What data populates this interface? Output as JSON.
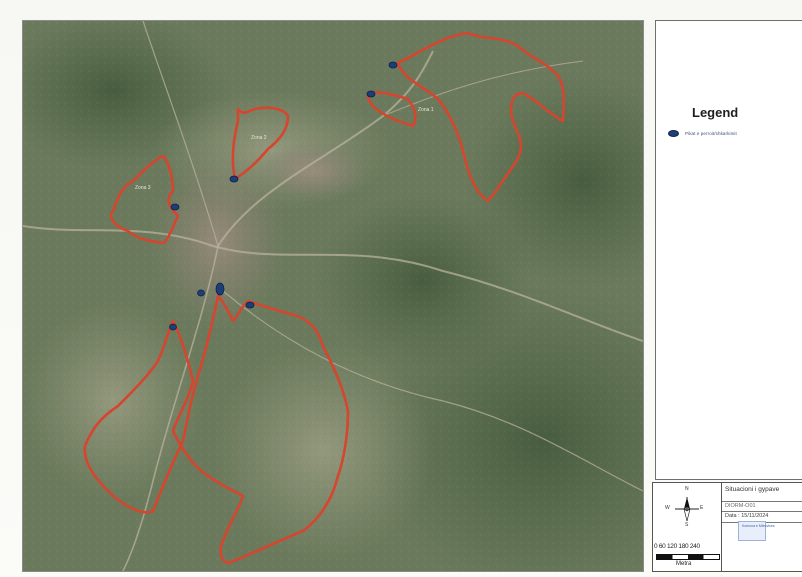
{
  "legend": {
    "title": "Legend",
    "items": [
      {
        "label": "Pikat e perroit/shkarkimit",
        "color": "#1d3e77",
        "icon": "blue-point-marker"
      }
    ]
  },
  "map": {
    "zone_color": "#d6452e",
    "basemap": "satellite imagery",
    "zone_labels": [
      "Zona 1",
      "Zona 2",
      "Zona 3"
    ]
  },
  "title_block": {
    "title": "Situacioni i gypave",
    "code": "DIORM-O01",
    "date": "Data : 15/11/2024",
    "logo_text": "Komuna e Mitrovices"
  },
  "north_arrow": {
    "n": "N",
    "s": "S",
    "e": "E",
    "w": "W"
  },
  "scale": {
    "ticks": "0 60 120 180 240",
    "unit": "Metra"
  }
}
